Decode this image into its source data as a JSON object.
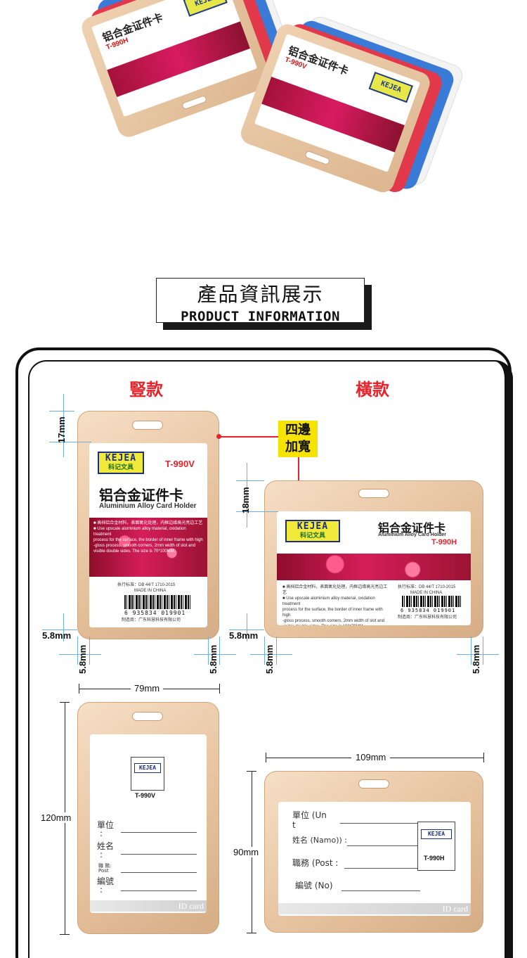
{
  "heading": {
    "cn": "產品資訊展示",
    "en": "PRODUCT INFORMATION"
  },
  "columns": {
    "vertical": "豎款",
    "horizontal": "橫款"
  },
  "callout": {
    "line1": "四邊",
    "line2": "加寬"
  },
  "dimensions": {
    "top_vertical": "17mm",
    "top_horizontal": "18mm",
    "side": "5.8mm",
    "width_vertical": "79mm",
    "height_vertical": "120mm",
    "width_horizontal": "109mm",
    "height_horizontal": "90mm"
  },
  "card": {
    "brand": "KEJEA",
    "brand_cn": "科记文具",
    "model_vertical": "T-990V",
    "model_horizontal": "T-990H",
    "title": "铝合金证件卡",
    "subtitle": "Aluminium Alloy Card Holder",
    "made_in": "MADE IN CHINA",
    "standard": "执行标准：DB 44/T 1710-2015",
    "barcode": "6 935834 019901",
    "maker": "制造商：广东科慧科技有限公司"
  },
  "insert_vertical": {
    "code": "T-990V",
    "unit": "單位",
    "name": "姓名",
    "post": "職 務:",
    "post_en": "Post",
    "number": "編號",
    "idcard": "ID card"
  },
  "insert_horizontal": {
    "code": "T-990H",
    "unit": "單位 (Un",
    "unit_tail": "t",
    "name": "姓名 (Namo)) :",
    "post": "職務 (Post :",
    "number": "編號 (No)",
    "idcard": "ID card"
  },
  "hero": {
    "left_code": "T-990H",
    "right_code": "T-990V"
  }
}
